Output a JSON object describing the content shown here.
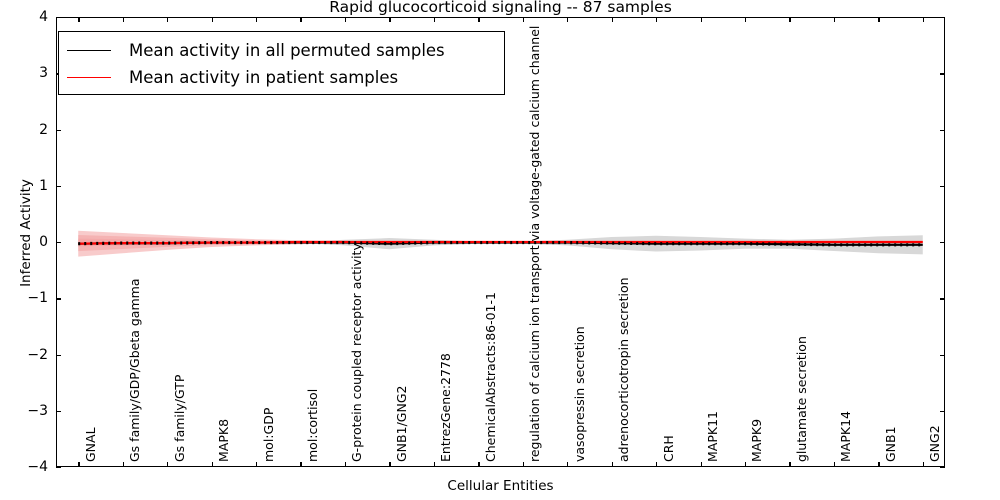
{
  "chart_data": {
    "type": "line",
    "title": "Rapid glucocorticoid signaling -- 87 samples",
    "xlabel": "Cellular Entities",
    "ylabel": "Inferred Activity",
    "ylim": [
      -4,
      4
    ],
    "yticks": [
      4,
      3,
      2,
      1,
      0,
      -1,
      -2,
      -3,
      -4
    ],
    "ytick_labels": [
      "4",
      "3",
      "2",
      "1",
      "0",
      "−1",
      "−2",
      "−3",
      "−4"
    ],
    "grid": false,
    "legend_position": "upper left",
    "categories": [
      "GNAL",
      "Gs family/GDP/Gbeta gamma",
      "Gs family/GTP",
      "MAPK8",
      "mol:GDP",
      "mol:cortisol",
      "G-protein coupled receptor activity",
      "GNB1/GNG2",
      "EntrezGene:2778",
      "ChemicalAbstracts:86-01-1",
      "regulation of calcium ion transport via voltage-gated calcium channel",
      "vasopressin secretion",
      "adrenocorticotropin secretion",
      "CRH",
      "MAPK11",
      "MAPK9",
      "glutamate secretion",
      "MAPK14",
      "GNB1",
      "GNG2"
    ],
    "series": [
      {
        "name": "Mean activity in all permuted samples",
        "color": "#000000",
        "values": [
          -0.03,
          -0.02,
          -0.02,
          -0.01,
          -0.01,
          -0.01,
          -0.01,
          -0.03,
          -0.01,
          -0.01,
          -0.01,
          -0.01,
          -0.02,
          -0.03,
          -0.03,
          -0.03,
          -0.04,
          -0.05,
          -0.05,
          -0.05
        ],
        "band_color": "#d8d8d8",
        "band_lower": [
          -0.05,
          -0.04,
          -0.03,
          -0.02,
          -0.02,
          -0.02,
          -0.06,
          -0.13,
          -0.06,
          -0.03,
          -0.03,
          -0.06,
          -0.13,
          -0.17,
          -0.15,
          -0.12,
          -0.12,
          -0.16,
          -0.2,
          -0.22
        ],
        "band_upper": [
          -0.01,
          -0.01,
          -0.01,
          0.0,
          0.0,
          0.0,
          0.04,
          0.07,
          0.04,
          0.01,
          0.01,
          0.04,
          0.09,
          0.11,
          0.09,
          0.06,
          0.04,
          0.06,
          0.1,
          0.12
        ]
      },
      {
        "name": "Mean activity in patient samples",
        "color": "#ff0000",
        "values": [
          -0.03,
          -0.02,
          -0.02,
          -0.01,
          -0.01,
          0.0,
          0.0,
          0.0,
          0.0,
          0.0,
          0.0,
          0.0,
          0.0,
          0.0,
          0.0,
          0.0,
          0.0,
          0.0,
          0.0,
          0.0
        ],
        "band_color": "#f2a0a0",
        "band_lower": [
          -0.26,
          -0.2,
          -0.14,
          -0.09,
          -0.06,
          -0.04,
          -0.02,
          -0.01,
          -0.01,
          0.0,
          0.0,
          0.0,
          0.0,
          0.0,
          0.0,
          0.0,
          0.0,
          0.0,
          0.0,
          0.0
        ],
        "band_upper": [
          0.2,
          0.16,
          0.12,
          0.08,
          0.05,
          0.03,
          0.02,
          0.01,
          0.01,
          0.01,
          0.01,
          0.01,
          0.01,
          0.01,
          0.01,
          0.01,
          0.01,
          0.01,
          0.01,
          0.01
        ]
      }
    ]
  },
  "legend": {
    "entries": [
      {
        "label": "Mean activity in all permuted samples",
        "color": "#000000"
      },
      {
        "label": "Mean activity in patient samples",
        "color": "#ff0000"
      }
    ]
  }
}
